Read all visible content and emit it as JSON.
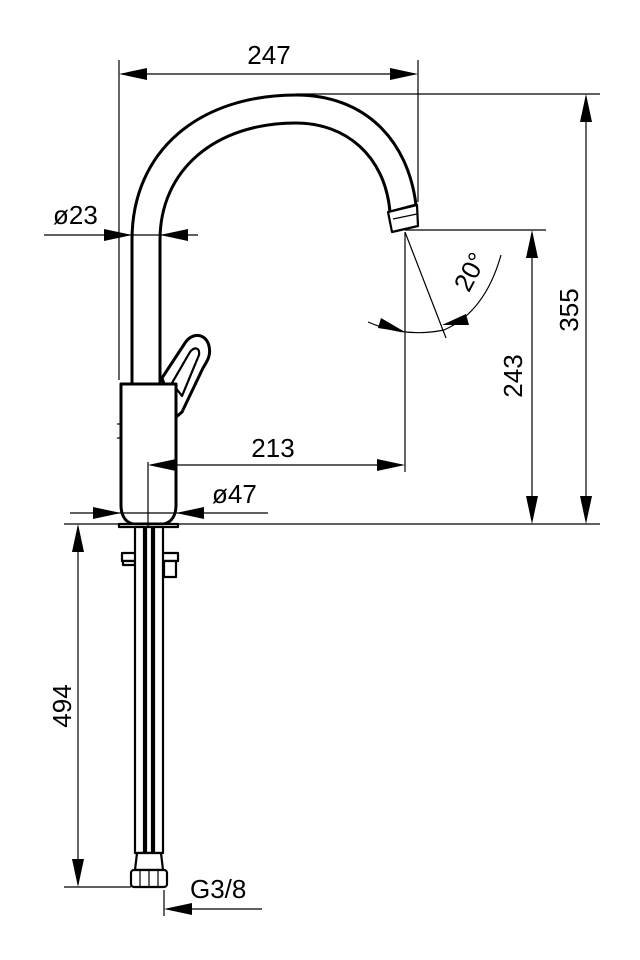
{
  "dimensions": {
    "spout_reach": "247",
    "spout_diameter": "ø23",
    "swivel_angle": "20°",
    "total_height": "355",
    "outlet_height": "243",
    "lever_reach": "213",
    "body_diameter": "ø47",
    "hose_length": "494",
    "connection_thread": "G3/8"
  }
}
